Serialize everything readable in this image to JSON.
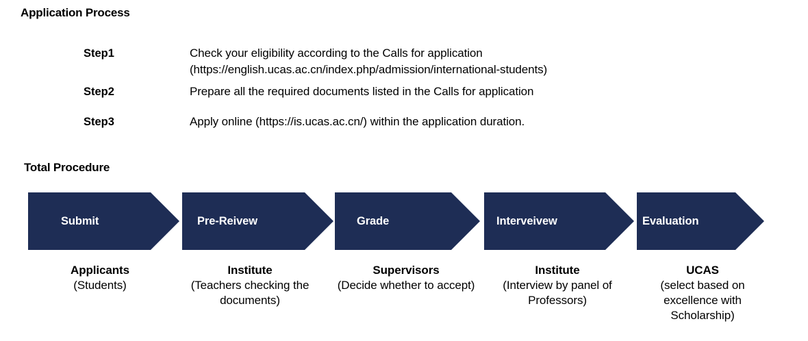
{
  "headings": {
    "application_process": "Application Process",
    "total_procedure": "Total Procedure"
  },
  "steps": [
    {
      "label": "Step1",
      "line1": "Check your eligibility according to the Calls for application",
      "line2": "(https://english.ucas.ac.cn/index.php/admission/international-students)"
    },
    {
      "label": "Step2",
      "line1": "Prepare all the required documents listed in the Calls for application",
      "line2": ""
    },
    {
      "label": "Step3",
      "line1": "Apply online (https://is.ucas.ac.cn/) within the application duration.",
      "line2": ""
    }
  ],
  "flow": {
    "arrow_color": "#1e2d55",
    "arrow_label_color": "#ffffff",
    "stages": [
      {
        "label": "Submit",
        "owner": "Applicants",
        "detail": "(Students)"
      },
      {
        "label": "Pre-Reivew",
        "owner": "Institute",
        "detail": "(Teachers checking the documents)"
      },
      {
        "label": "Grade",
        "owner": "Supervisors",
        "detail": "(Decide whether to accept)"
      },
      {
        "label": "Interveivew",
        "owner": "Institute",
        "detail": "(Interview by panel of Professors)"
      },
      {
        "label": "Evaluation",
        "owner": "UCAS",
        "detail": "(select based on excellence with Scholarship)"
      }
    ]
  }
}
